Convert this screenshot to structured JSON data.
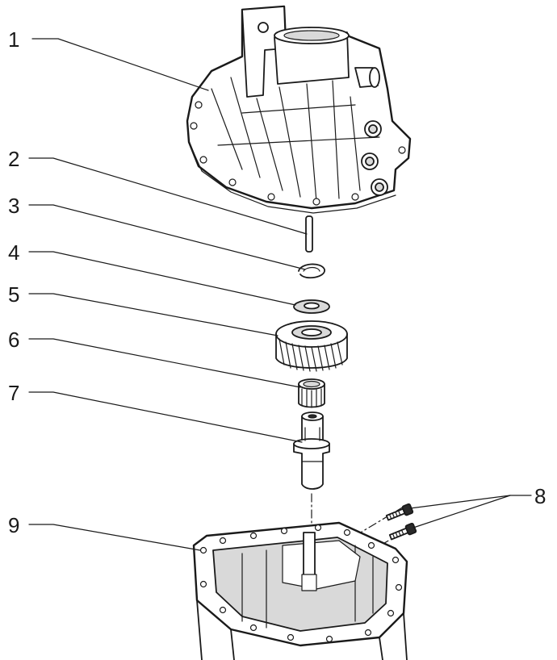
{
  "diagram": {
    "callouts": [
      {
        "id": "1"
      },
      {
        "id": "2"
      },
      {
        "id": "3"
      },
      {
        "id": "4"
      },
      {
        "id": "5"
      },
      {
        "id": "6"
      },
      {
        "id": "7"
      },
      {
        "id": "8"
      },
      {
        "id": "9"
      }
    ]
  }
}
